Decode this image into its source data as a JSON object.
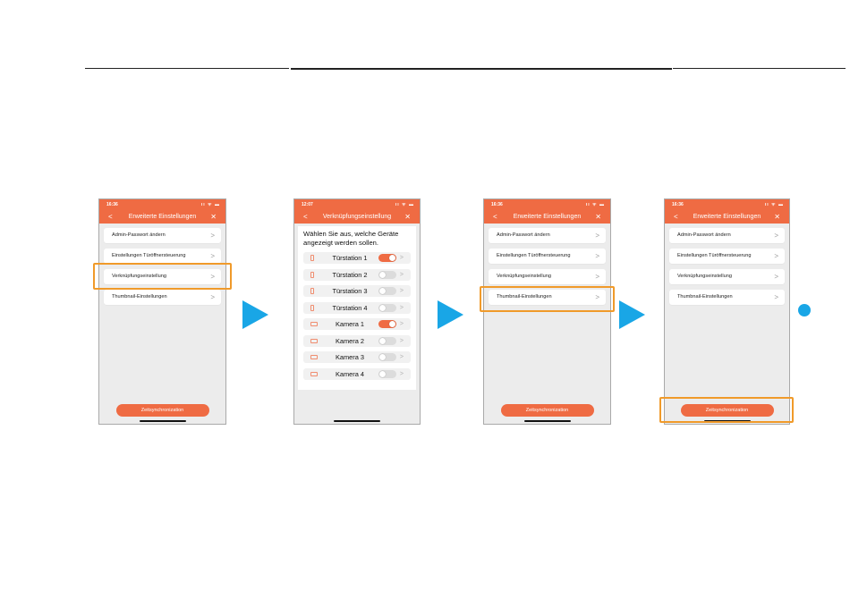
{
  "colors": {
    "accent": "#ef6b43",
    "highlight": "#f09a2a",
    "step_arrow": "#19a6e6",
    "background": "#ececec"
  },
  "screen1": {
    "time": "16:36",
    "status_icons": "ıı ᯤ ▬",
    "back": "<",
    "close": "✕",
    "title": "Erweiterte Einstellungen",
    "items": [
      "Admin-Passwort ändern",
      "Einstellungen Türöffnersteuerung",
      "Verknüpfungseinstellung",
      "Thumbnail-Einstellungen"
    ],
    "chevron": ">",
    "button": "Zeitsynchronization"
  },
  "screen2": {
    "time": "12:07",
    "status_icons": "ıı ᯤ ▬",
    "back": "<",
    "close": "✕",
    "title": "Verknüpfungseinstellung",
    "heading": "Wählen Sie aus, welche Geräte angezeigt werden sollen.",
    "chevron": ">",
    "devices": [
      {
        "label": "Türstation 1",
        "icon": "door-station-icon",
        "on": true
      },
      {
        "label": "Türstation 2",
        "icon": "door-station-icon",
        "on": false
      },
      {
        "label": "Türstation 3",
        "icon": "door-station-icon",
        "on": false
      },
      {
        "label": "Türstation 4",
        "icon": "door-station-icon",
        "on": false
      },
      {
        "label": "Kamera 1",
        "icon": "camera-icon",
        "on": true
      },
      {
        "label": "Kamera 2",
        "icon": "camera-icon",
        "on": false
      },
      {
        "label": "Kamera 3",
        "icon": "camera-icon",
        "on": false
      },
      {
        "label": "Kamera 4",
        "icon": "camera-icon",
        "on": false
      }
    ]
  },
  "screen3": {
    "time": "16:36",
    "status_icons": "ıı ᯤ ▬",
    "back": "<",
    "close": "✕",
    "title": "Erweiterte Einstellungen",
    "items": [
      "Admin-Passwort ändern",
      "Einstellungen Türöffnersteuerung",
      "Verknüpfungseinstellung",
      "Thumbnail-Einstellungen"
    ],
    "chevron": ">",
    "button": "Zeitsynchronization"
  },
  "screen4": {
    "time": "16:36",
    "status_icons": "ıı ᯤ ▬",
    "back": "<",
    "close": "✕",
    "title": "Erweiterte Einstellungen",
    "items": [
      "Admin-Passwort ändern",
      "Einstellungen Türöffnersteuerung",
      "Verknüpfungseinstellung",
      "Thumbnail-Einstellungen"
    ],
    "chevron": ">",
    "button": "Zeitsynchronization"
  }
}
